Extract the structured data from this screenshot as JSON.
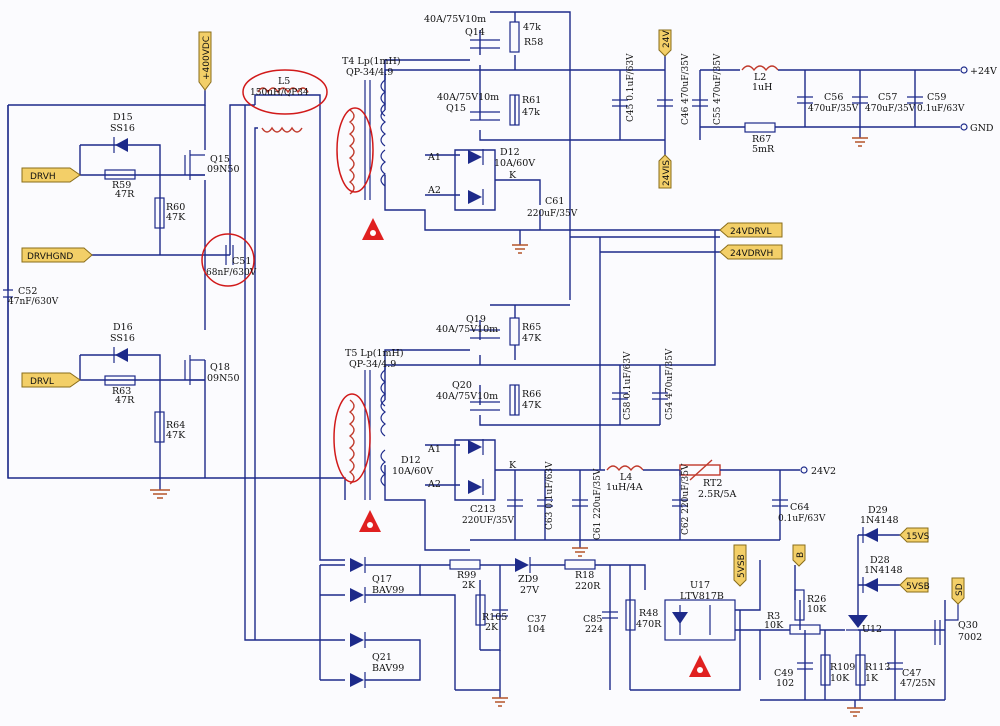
{
  "nets": {
    "drvh": "DRVH",
    "drvhgnd": "DRVHGND",
    "drvl": "DRVL",
    "hv": "+400VDC",
    "v24_top": "24V",
    "v24_mid": "24VIS",
    "vdrvl": "24VDRVL",
    "vdrvh": "24VDRVH",
    "v5vs": "15VS",
    "v5vsb": "5VSB",
    "b": "B",
    "sd": "SD",
    "v5vsb2": "5VSB",
    "out_24v": "+24V",
    "out_gnd": "GND",
    "out_24v2": "24V2"
  },
  "components": {
    "d15": {
      "ref": "D15",
      "val": "SS16"
    },
    "q15a": {
      "ref": "Q15",
      "val": "09N50"
    },
    "r59": {
      "ref": "R59",
      "val": "47R"
    },
    "r60": {
      "ref": "R60",
      "val": "47K"
    },
    "c51": {
      "ref": "C51",
      "val": "68nF/630V"
    },
    "c52": {
      "ref": "C52",
      "val": "47nF/630V"
    },
    "d16": {
      "ref": "D16",
      "val": "SS16"
    },
    "q18": {
      "ref": "Q18",
      "val": "09N50"
    },
    "r63": {
      "ref": "R63",
      "val": "47R"
    },
    "r64": {
      "ref": "R64",
      "val": "47K"
    },
    "l5": {
      "ref": "L5",
      "val": "150uH/QP34"
    },
    "t4": {
      "ref": "T4 Lp(1mH)",
      "val": "QP-34/4.9"
    },
    "t5": {
      "ref": "T5 Lp(1mH)",
      "val": "QP-34/4.9"
    },
    "q14": {
      "ref": "Q14",
      "val": "40A/75V10m"
    },
    "r58": {
      "ref": "R58",
      "val": "47k"
    },
    "q15b": {
      "ref": "Q15",
      "val": "40A/75V10m"
    },
    "r61": {
      "ref": "R61",
      "val": "47k"
    },
    "d12": {
      "ref": "D12",
      "val": "10A/60V"
    },
    "a1": "A1",
    "a2": "A2",
    "k": "K",
    "c61": {
      "ref": "C61",
      "val": "220uF/35V"
    },
    "c45": {
      "ref": "C45",
      "val": "0.1uF/63V"
    },
    "c46": {
      "ref": "C46",
      "val": "470uF/35V"
    },
    "c55": {
      "ref": "C55",
      "val": "470uF/35V"
    },
    "l2": {
      "ref": "L2",
      "val": "1uH"
    },
    "r67": {
      "ref": "R67",
      "val": "5mR"
    },
    "c56": {
      "ref": "C56",
      "val": "470uF/35V"
    },
    "c57": {
      "ref": "C57",
      "val": "470uF/35V"
    },
    "c59": {
      "ref": "C59",
      "val": "0.1uF/63V"
    },
    "q19": {
      "ref": "Q19",
      "val": "40A/75V10m"
    },
    "r65": {
      "ref": "R65",
      "val": "47K"
    },
    "q20": {
      "ref": "Q20",
      "val": "40A/75V10m"
    },
    "r66": {
      "ref": "R66",
      "val": "47K"
    },
    "c58": {
      "ref": "C58",
      "val": "0.1uF/63V"
    },
    "c54": {
      "ref": "C54",
      "val": "470uF/35V"
    },
    "d12b": {
      "ref": "D12",
      "val": "10A/60V"
    },
    "c213": {
      "ref": "C213",
      "val": "220UF/35V"
    },
    "c63": {
      "ref": "C63",
      "val": "0.1uF/63V"
    },
    "c61b": {
      "ref": "C61",
      "val": "220uF/35V"
    },
    "l4": {
      "ref": "L4",
      "val": "1uH/4A"
    },
    "c62": {
      "ref": "C62",
      "val": "220uF/35V"
    },
    "rt2": {
      "ref": "RT2",
      "val": "2.5R/5A"
    },
    "c64": {
      "ref": "C64",
      "val": "0.1uF/63V"
    },
    "q17": {
      "ref": "Q17",
      "val": "BAV99"
    },
    "q21": {
      "ref": "Q21",
      "val": "BAV99"
    },
    "r99": {
      "ref": "R99",
      "val": "2K"
    },
    "zd9": {
      "ref": "ZD9",
      "val": "27V"
    },
    "r18": {
      "ref": "R18",
      "val": "220R"
    },
    "r105": {
      "ref": "R105",
      "val": "2K"
    },
    "c37": {
      "ref": "C37",
      "val": "104"
    },
    "c85": {
      "ref": "C85",
      "val": "224"
    },
    "r48": {
      "ref": "R48",
      "val": "470R"
    },
    "u17": {
      "ref": "U17",
      "val": "LTV817B"
    },
    "r3": {
      "ref": "R3",
      "val": "10K"
    },
    "r26": {
      "ref": "R26",
      "val": "10K"
    },
    "c49": {
      "ref": "C49",
      "val": "102"
    },
    "r109": {
      "ref": "R109",
      "val": "10K"
    },
    "r113": {
      "ref": "R113",
      "val": "1K"
    },
    "c47": {
      "ref": "C47",
      "val": "47/25N"
    },
    "u12": {
      "ref": "U12",
      "val": ""
    },
    "d29": {
      "ref": "D29",
      "val": "1N4148"
    },
    "d28": {
      "ref": "D28",
      "val": "1N4148"
    },
    "q30": {
      "ref": "Q30",
      "val": "7002"
    }
  },
  "colors": {
    "wire": "#1d2a8a",
    "coil": "#c0392b",
    "flag": "#f3cf68",
    "annotation": "#d11a1a"
  }
}
